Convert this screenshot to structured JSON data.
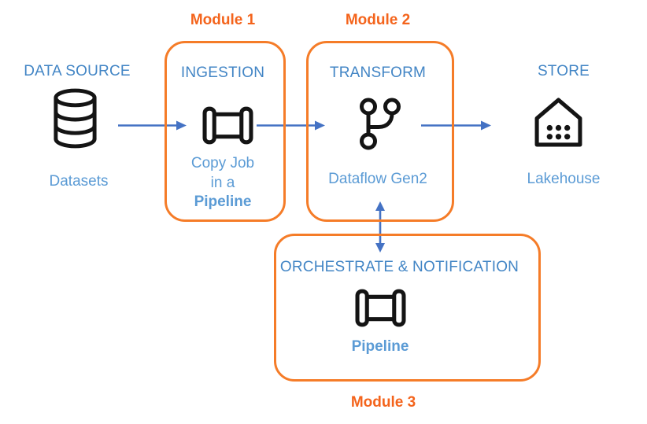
{
  "colors": {
    "heading_blue": "#4285C5",
    "caption_blue": "#5B9BD5",
    "arrow_blue": "#4472C4",
    "orange_border": "#F57C28",
    "orange_label": "#F4641C",
    "icon_black": "#141414",
    "background": "#FFFFFF"
  },
  "diagram": {
    "data_source": {
      "heading": "DATA SOURCE",
      "caption": "Datasets",
      "icon": "database-icon"
    },
    "module1": {
      "label": "Module 1",
      "heading": "INGESTION",
      "caption_line1": "Copy Job",
      "caption_line2": "in a",
      "caption_line3": "Pipeline",
      "icon": "pipeline-icon"
    },
    "module2": {
      "label": "Module 2",
      "heading": "TRANSFORM",
      "caption": "Dataflow Gen2",
      "icon": "dataflow-gen2-icon"
    },
    "module3": {
      "label": "Module 3",
      "heading": "ORCHESTRATE & NOTIFICATION",
      "caption": "Pipeline",
      "icon": "pipeline-icon"
    },
    "store": {
      "heading": "STORE",
      "caption": "Lakehouse",
      "icon": "lakehouse-icon"
    },
    "connections": [
      {
        "from": "data_source",
        "to": "module1",
        "type": "arrow-right"
      },
      {
        "from": "module1",
        "to": "module2",
        "type": "arrow-right"
      },
      {
        "from": "module2",
        "to": "store",
        "type": "arrow-right"
      },
      {
        "from": "module2",
        "to": "module3",
        "type": "arrow-both-vertical"
      }
    ]
  }
}
